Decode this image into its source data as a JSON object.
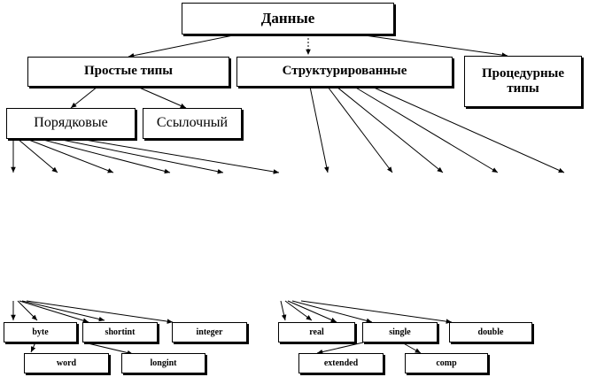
{
  "nodes": {
    "root": "Данные",
    "simple": "Простые типы",
    "structured": "Структурированные",
    "procedural": "Процедурные типы",
    "ordinal": "Порядковые",
    "reference": "Ссылочный",
    "byte": "byte",
    "shortint": "shortint",
    "integer": "integer",
    "word": "word",
    "longint": "longint",
    "real": "real",
    "single": "single",
    "double": "double",
    "extended": "extended",
    "comp": "comp"
  }
}
